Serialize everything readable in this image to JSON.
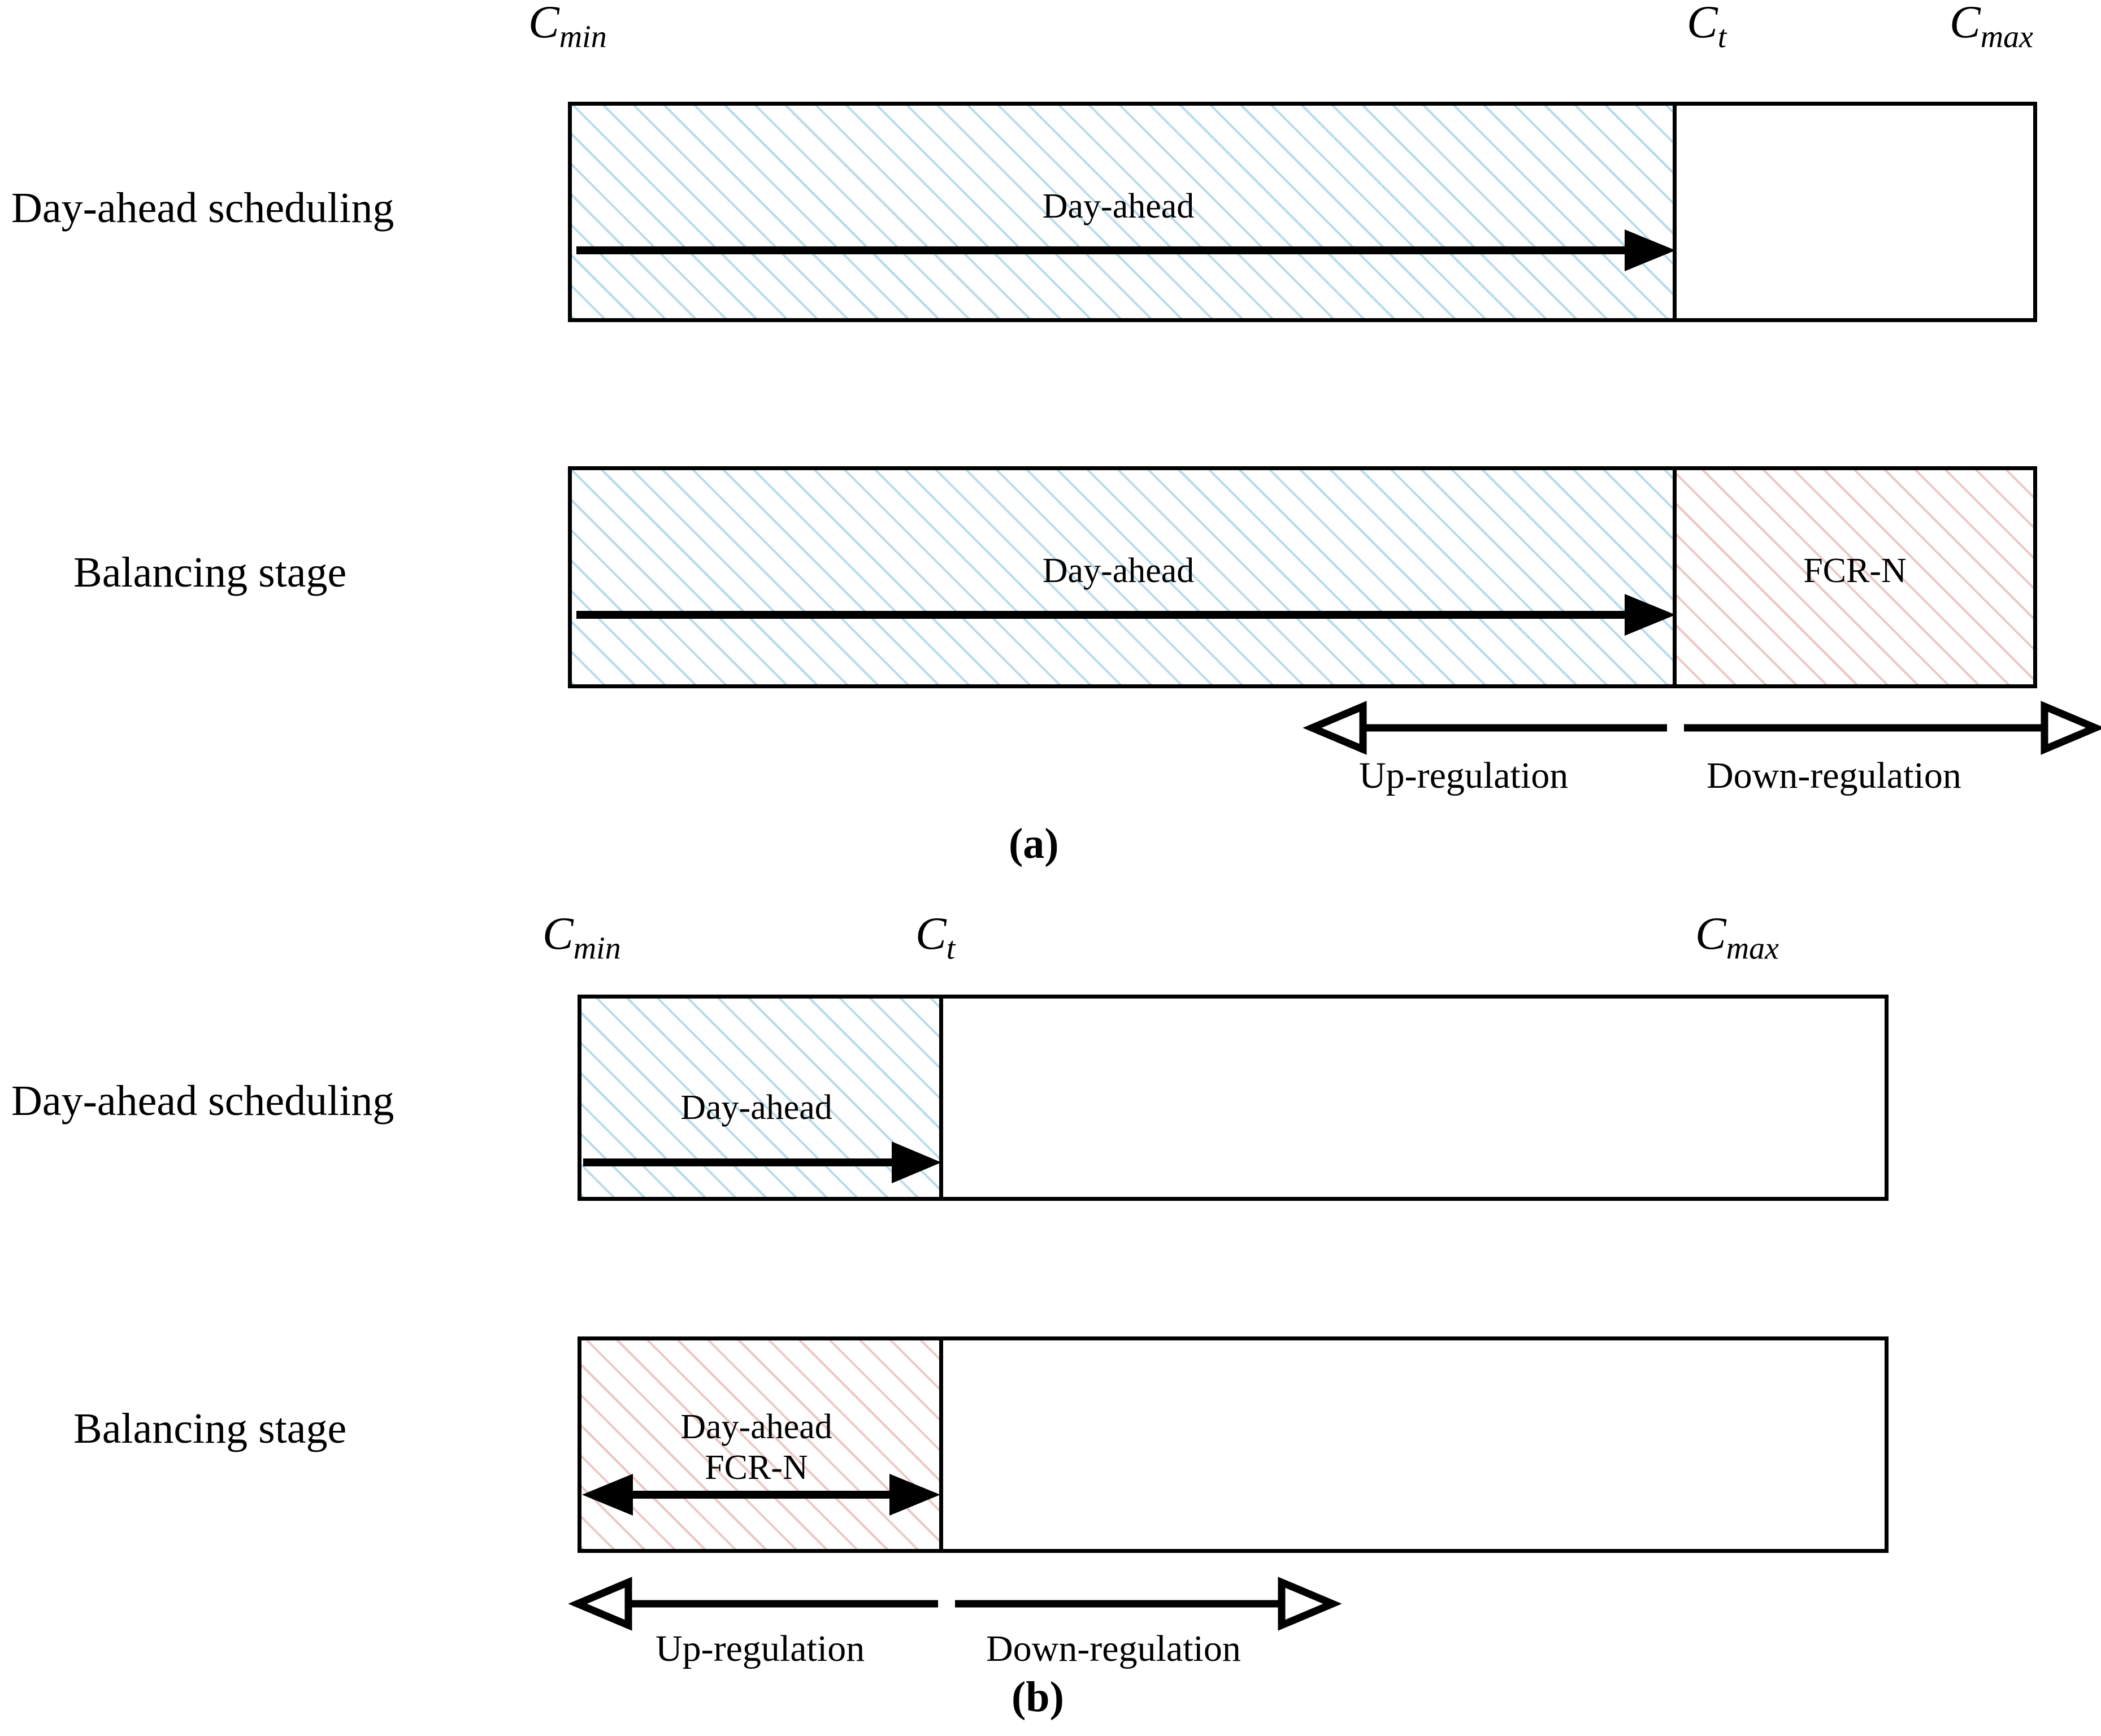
{
  "figure": {
    "type": "diagram",
    "description": "Capacity allocation bands between Cmin and Cmax for day-ahead scheduling and balancing stage"
  },
  "axis_labels": {
    "cmin": "C",
    "cmin_sub": "min",
    "ct": "C",
    "ct_sub": "t",
    "cmax": "C",
    "cmax_sub": "max"
  },
  "panel_a": {
    "caption": "(a)",
    "rows": [
      {
        "label": "Day-ahead scheduling",
        "segments": [
          {
            "name": "day-ahead",
            "label": "Day-ahead",
            "hatch": "blue",
            "from": "Cmin",
            "to": "Ct"
          },
          {
            "name": "empty",
            "label": "",
            "hatch": "none",
            "from": "Ct",
            "to": "Cmax"
          }
        ],
        "arrow": {
          "style": "solid-right",
          "from": "Cmin",
          "to": "Ct"
        }
      },
      {
        "label": "Balancing stage",
        "segments": [
          {
            "name": "day-ahead",
            "label": "Day-ahead",
            "hatch": "blue",
            "from": "Cmin",
            "to": "Ct"
          },
          {
            "name": "fcr-n",
            "label": "FCR-N",
            "hatch": "pink",
            "from": "Ct",
            "to": "Cmax"
          }
        ],
        "arrow": {
          "style": "solid-right",
          "from": "Cmin",
          "to": "Ct"
        }
      }
    ],
    "regulation": {
      "up_label": "Up-regulation",
      "down_label": "Down-regulation",
      "up_span": [
        "partial",
        "Ct"
      ],
      "down_span": [
        "Ct",
        "Cmax"
      ]
    }
  },
  "panel_b": {
    "caption": "(b)",
    "rows": [
      {
        "label": "Day-ahead scheduling",
        "segments": [
          {
            "name": "day-ahead",
            "label": "Day-ahead",
            "hatch": "blue",
            "from": "Cmin",
            "to": "Ct"
          },
          {
            "name": "empty",
            "label": "",
            "hatch": "none",
            "from": "Ct",
            "to": "Cmax"
          }
        ],
        "arrow": {
          "style": "solid-right",
          "from": "Cmin",
          "to": "Ct"
        }
      },
      {
        "label": "Balancing stage",
        "segments": [
          {
            "name": "day-ahead-fcr-n",
            "label_line1": "Day-ahead",
            "label_line2": "FCR-N",
            "hatch": "pink",
            "from": "Cmin",
            "to": "Ct"
          },
          {
            "name": "empty",
            "label": "",
            "hatch": "none",
            "from": "Ct",
            "to": "Cmax"
          }
        ],
        "arrow": {
          "style": "solid-double",
          "from": "Cmin",
          "to": "Ct"
        }
      }
    ],
    "regulation": {
      "up_label": "Up-regulation",
      "down_label": "Down-regulation",
      "up_span": [
        "Cmin",
        "Ct"
      ],
      "down_span": [
        "Ct",
        "partial"
      ]
    }
  },
  "colors": {
    "hatch_blue": "#b8dceb",
    "hatch_pink": "#ecc9c6",
    "stroke": "#000000",
    "background": "#ffffff"
  }
}
